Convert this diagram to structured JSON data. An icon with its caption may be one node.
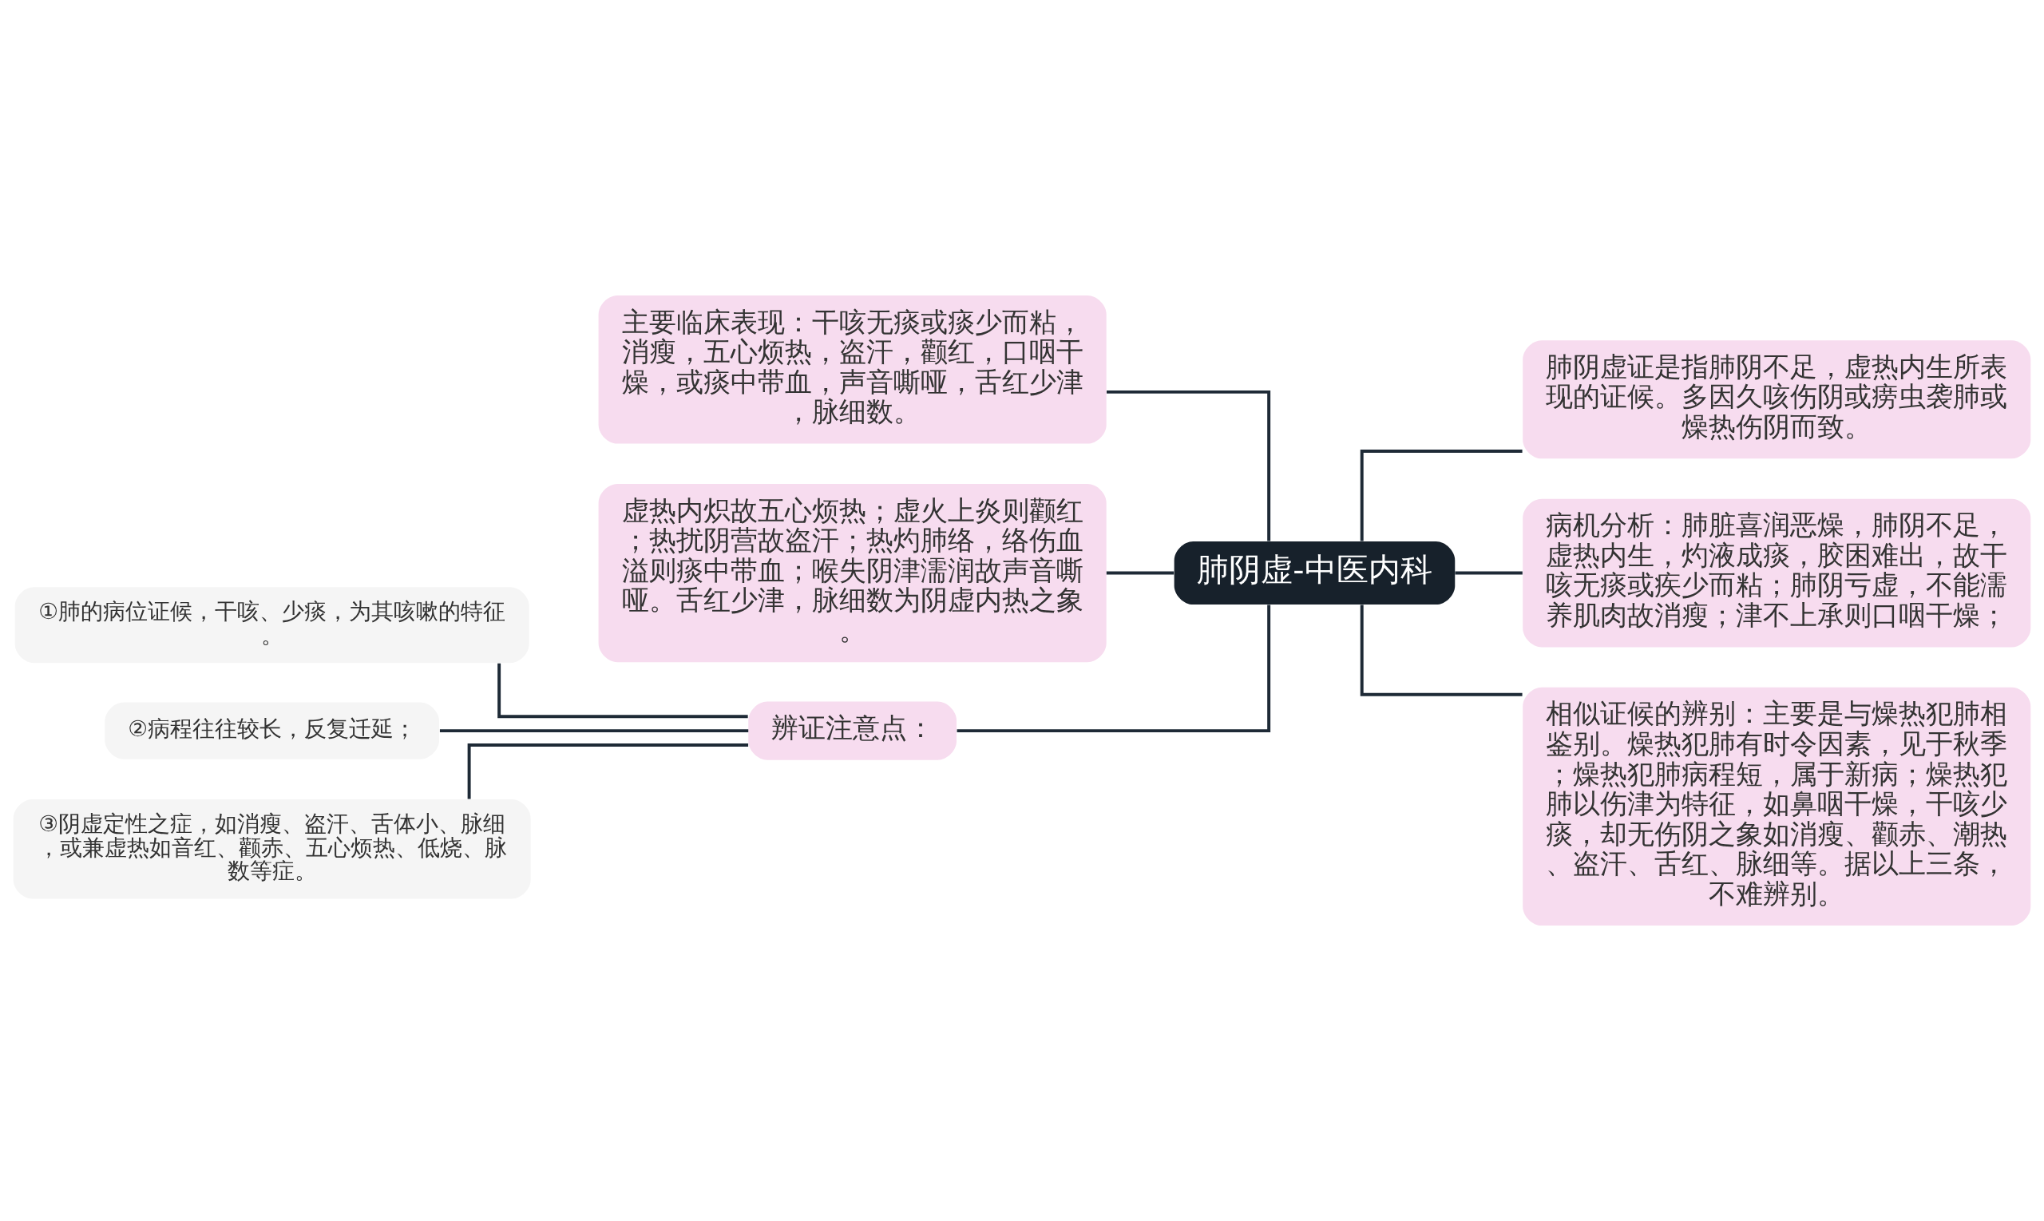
{
  "diagram": {
    "nodes": [
      {
        "text": [
          "肺阴虚-中医内科"
        ]
      },
      {
        "text": [
          "主要临床表现：干咳无痰或痰少而粘，消瘦，五心烦热，盗汗，颧红，口咽干燥，或痰中带血，声音嘶哑，舌红少津，脉细数。"
        ]
      },
      {
        "text": [
          "虚热内炽故五心烦热；虚火上炎则颧红；热扰阴营故盗汗；热灼肺络，络伤血溢则痰中带血；喉失阴津濡润故声音嘶哑。舌红少津，脉细数为阴虚内热之象。"
        ]
      },
      {
        "text": [
          "辨证注意点："
        ]
      },
      {
        "text": [
          "①肺的病位证候，干咳、少痰，为其咳嗽的特征。"
        ]
      },
      {
        "text": [
          "②病程往往较长，反复迁延；"
        ]
      },
      {
        "text": [
          "③阴虚定性之症，如消瘦、盗汗、舌体小、脉细，或兼虚热如音红、颧赤、五心烦热、低烧、脉数等症。"
        ]
      },
      {
        "text": [
          "肺阴虚证是指肺阴不足，虚热内生所表现的证候。多因久咳伤阴或痨虫袭肺或燥热伤阴而致。"
        ]
      },
      {
        "text": [
          "病机分析：肺脏喜润恶燥，肺阴不足，虚热内生，灼液成痰，胶困难出，故干咳无痰或疾少而粘；肺阴亏虚，不能濡养肌肉故消瘦；津不上承则口咽干燥；"
        ]
      },
      {
        "text": [
          "相似证候的辨别：主要是与燥热犯肺相鉴别。燥热犯肺有时令因素，见于秋季；燥热犯肺病程短，属于新病；燥热犯肺以伤津为特征，如鼻咽干燥，干咳少痰，却无伤阴之象如消瘦、颧赤、潮热、盗汗、舌红、脉细等。据以上三条，不难辨别。"
        ]
      }
    ],
    "edges": [
      {
        "from": 0,
        "to": 1,
        "arrow": "none"
      },
      {
        "from": 0,
        "to": 2,
        "arrow": "none"
      },
      {
        "from": 0,
        "to": 3,
        "arrow": "none"
      },
      {
        "from": 3,
        "to": 4,
        "arrow": "none"
      },
      {
        "from": 3,
        "to": 5,
        "arrow": "none"
      },
      {
        "from": 3,
        "to": 6,
        "arrow": "none"
      },
      {
        "from": 0,
        "to": 7,
        "arrow": "none"
      },
      {
        "from": 0,
        "to": 8,
        "arrow": "none"
      },
      {
        "from": 0,
        "to": 9,
        "arrow": "none"
      }
    ]
  }
}
